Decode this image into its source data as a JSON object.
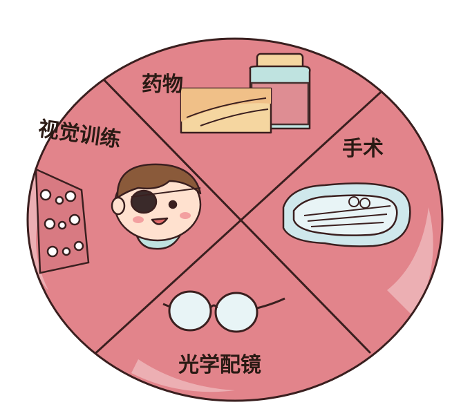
{
  "labels": {
    "medicine": "药物",
    "vision_training": "视觉训练",
    "surgery": "手术",
    "glasses": "光学配镜"
  },
  "colors": {
    "background": "#ffffff",
    "disc_fill": "#e2848b",
    "disc_outline": "#3a1f1f",
    "ink": "#2a1a14",
    "box_fill": "#f5d6a0",
    "jar_fill": "#bfe3e0",
    "tray_fill": "#cfe8ec",
    "hair": "#8a5a3a",
    "skin": "#ffe1cf"
  },
  "icons": {
    "medicine": "medicine-box-and-jar-icon",
    "vision_training": "child-eye-patch-icon",
    "training_board": "dot-board-icon",
    "surgery": "surgical-tray-icon",
    "glasses": "eyeglasses-icon"
  }
}
